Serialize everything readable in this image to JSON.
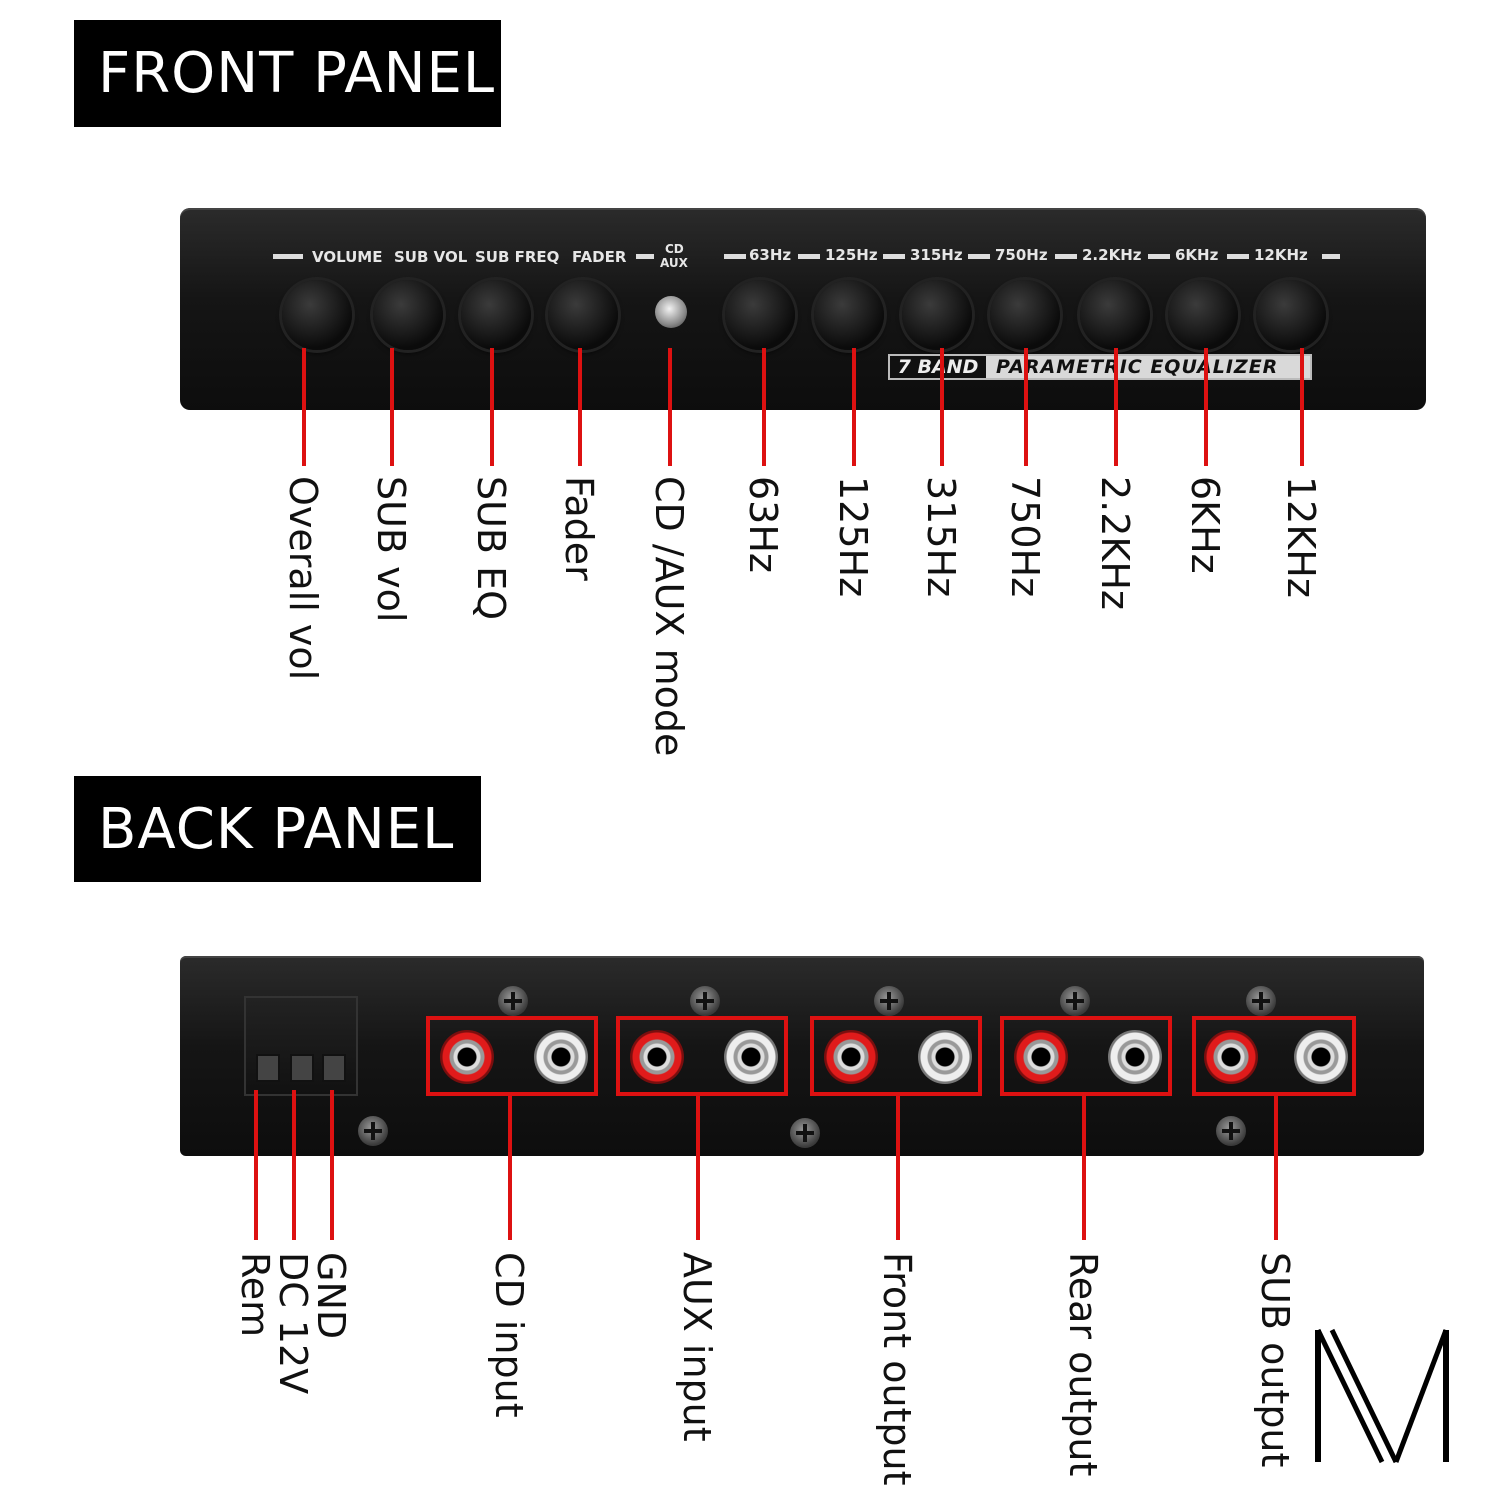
{
  "front": {
    "title": "FRONT PANEL",
    "panel_labels": [
      "VOLUME",
      "SUB VOL",
      "SUB FREQ",
      "FADER",
      "CD",
      "AUX",
      "63Hz",
      "125Hz",
      "315Hz",
      "750Hz",
      "2.2KHz",
      "6KHz",
      "12KHz"
    ],
    "banner_left": "7 BAND",
    "banner_right": "PARAMETRIC EQUALIZER",
    "callouts": [
      "Overall vol",
      "SUB vol",
      "SUB EQ",
      "Fader",
      "CD /AUX mode",
      "63Hz",
      "125Hz",
      "315Hz",
      "750Hz",
      "2.2KHz",
      "6KHz",
      "12KHz"
    ]
  },
  "back": {
    "title": "BACK PANEL",
    "callouts": [
      "Rem",
      "DC 12V",
      "GND",
      "CD input",
      "AUX input",
      "Front output",
      "Rear output",
      "SUB output"
    ]
  },
  "colors": {
    "callout_line": "#d11111",
    "title_bg": "#000000",
    "panel_bg": "#151515"
  },
  "logo": {
    "icon": "M-monogram-logo"
  }
}
